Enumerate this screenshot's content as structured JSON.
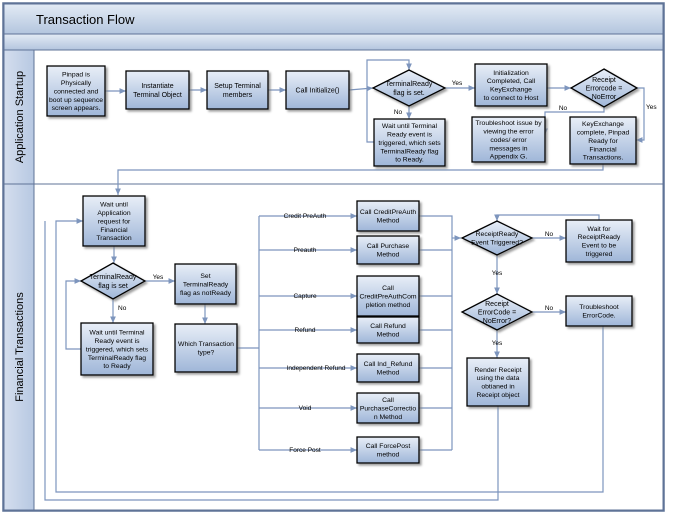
{
  "title": "Transaction Flow",
  "lanes": {
    "startup": "Application Startup",
    "financial": "Financial Transactions"
  },
  "startup": {
    "pinpad": [
      "Pinpad is",
      "Physically",
      "connected and",
      "boot up sequence",
      "screen appears."
    ],
    "instantiate": [
      "Instantiate",
      "Terminal Object"
    ],
    "setup": [
      "Setup Terminal",
      "members"
    ],
    "init": [
      "Call Initialize()"
    ],
    "terminal_ready_q": [
      "TerminalReady",
      "flag is set."
    ],
    "init_done": [
      "Initialization",
      "Completed, Call",
      "KeyExchange",
      "to connect to Host"
    ],
    "receipt_err_q": [
      "Receipt",
      "Errorcode =",
      "NoError"
    ],
    "wait_ready": [
      "Wait until Terminal",
      "Ready event is",
      "triggered, which sets",
      "TerminalReady flag",
      "to Ready."
    ],
    "troubleshoot": [
      "Troubleshoot issue by",
      "viewing the error",
      "codes/ error",
      "messages in",
      "Appendix G."
    ],
    "key_done": [
      "KeyExchange",
      "complete, Pinpad",
      "Ready for",
      "Financial",
      "Transactions."
    ],
    "yes": "Yes",
    "no": "No"
  },
  "financial": {
    "wait_app": [
      "Wait until",
      "Application",
      "request for",
      "Financial",
      "Transaction"
    ],
    "terminal_ready_q": [
      "TerminalReady",
      "flag is set"
    ],
    "set_not_ready": [
      "Set",
      "TerminalReady",
      "flag as notReady"
    ],
    "wait_terminal": [
      "Wait until Terminal",
      "Ready event is",
      "triggered, which sets",
      "TerminalReady flag",
      "to Ready"
    ],
    "which_type": [
      "Which Transaction",
      "type?"
    ],
    "branches": [
      {
        "label": "Credit PreAuth",
        "box": [
          "Call CreditPreAuth",
          "Method"
        ]
      },
      {
        "label": "Preauth",
        "box": [
          "Call Purchase",
          "Method"
        ]
      },
      {
        "label": "Capture",
        "box": [
          "Call",
          "CreditPreAuthCom",
          "pletion method"
        ]
      },
      {
        "label": "Refund",
        "box": [
          "Call Refund",
          "Method"
        ]
      },
      {
        "label": "Independent Refund",
        "box": [
          "Call Ind_Refund",
          "Method"
        ]
      },
      {
        "label": "Void",
        "box": [
          "Call",
          "PurchaseCorrectio",
          "n Method"
        ]
      },
      {
        "label": "Force Post",
        "box": [
          "Call ForcePost",
          "method"
        ]
      }
    ],
    "receipt_ready_q": [
      "ReceiptReady",
      "Event Triggered?"
    ],
    "wait_receipt": [
      "Wait for",
      "ReceiptReady",
      "Event to be",
      "triggered"
    ],
    "receipt_err_q": [
      "Receipt",
      "ErrorCode =",
      "NoError?"
    ],
    "troubleshoot": [
      "Troubleshoot",
      "ErrorCode."
    ],
    "render": [
      "Render Receipt",
      "using the data",
      "obtianed in",
      "Receipt object"
    ],
    "yes": "Yes",
    "no": "No"
  },
  "colors": {
    "header_grad_top": "#dde6f2",
    "header_grad_bottom": "#aec1dc",
    "lane_fill": "#c6d3e7",
    "box_top": "#e4ecf6",
    "box_bottom": "#9db4d6",
    "line": "#7d95bd"
  }
}
